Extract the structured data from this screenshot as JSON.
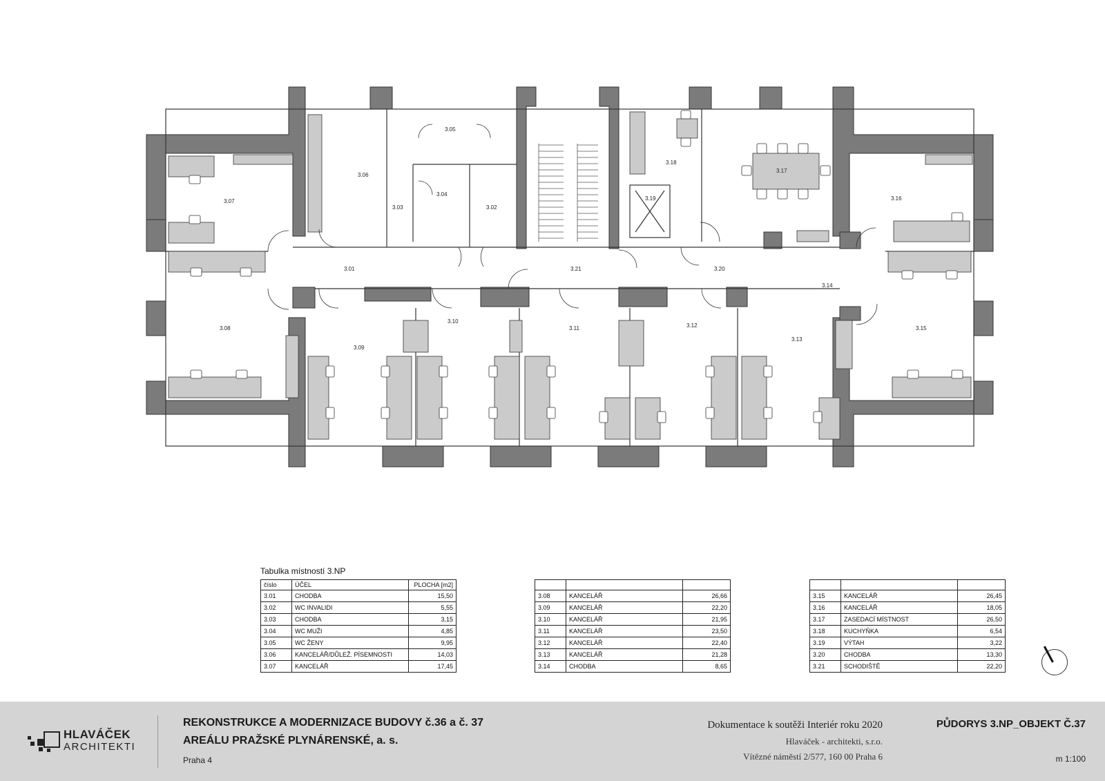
{
  "colors": {
    "wall": "#7b7b7b",
    "furniture": "#cbcbcb",
    "line": "#333333",
    "footer": "#d4d4d4"
  },
  "plan": {
    "room_labels": [
      "3.01",
      "3.02",
      "3.03",
      "3.04",
      "3.05",
      "3.06",
      "3.07",
      "3.08",
      "3.09",
      "3.10",
      "3.11",
      "3.12",
      "3.13",
      "3.14",
      "3.15",
      "3.16",
      "3.17",
      "3.18",
      "3.19",
      "3.20",
      "3.21"
    ]
  },
  "room_table": {
    "caption": "Tabulka místností 3.NP",
    "headers": {
      "number": "číslo",
      "use": "ÚČEL",
      "area": "PLOCHA [m2]"
    },
    "rows_1": [
      {
        "number": "3.01",
        "use": "CHODBA",
        "area": "15,50"
      },
      {
        "number": "3.02",
        "use": "WC INVALIDI",
        "area": "5,55"
      },
      {
        "number": "3.03",
        "use": "CHODBA",
        "area": "3,15"
      },
      {
        "number": "3.04",
        "use": "WC MUŽI",
        "area": "4,85"
      },
      {
        "number": "3.05",
        "use": "WC ŽENY",
        "area": "9,95"
      },
      {
        "number": "3.06",
        "use": "KANCELÁŘ/DŮLEŽ. PÍSEMNOSTI",
        "area": "14,03"
      },
      {
        "number": "3.07",
        "use": "KANCELÁŘ",
        "area": "17,45"
      }
    ],
    "rows_2": [
      {
        "number": "3.08",
        "use": "KANCELÁŘ",
        "area": "26,66"
      },
      {
        "number": "3.09",
        "use": "KANCELÁŘ",
        "area": "22,20"
      },
      {
        "number": "3.10",
        "use": "KANCELÁŘ",
        "area": "21,95"
      },
      {
        "number": "3.11",
        "use": "KANCELÁŘ",
        "area": "23,50"
      },
      {
        "number": "3.12",
        "use": "KANCELÁŘ",
        "area": "22,40"
      },
      {
        "number": "3.13",
        "use": "KANCELÁŘ",
        "area": "21,28"
      },
      {
        "number": "3.14",
        "use": "CHODBA",
        "area": "8,65"
      }
    ],
    "rows_3": [
      {
        "number": "3.15",
        "use": "KANCELÁŘ",
        "area": "26,45"
      },
      {
        "number": "3.16",
        "use": "KANCELÁŘ",
        "area": "18,05"
      },
      {
        "number": "3.17",
        "use": "ZASEDACÍ MÍSTNOST",
        "area": "26,50"
      },
      {
        "number": "3.18",
        "use": "KUCHYŇKA",
        "area": "6,54"
      },
      {
        "number": "3.19",
        "use": "VÝTAH",
        "area": "3,22"
      },
      {
        "number": "3.20",
        "use": "CHODBA",
        "area": "13,30"
      },
      {
        "number": "3.21",
        "use": "SCHODIŠTĚ",
        "area": "22,20"
      }
    ]
  },
  "north_arrow_icon": "north-arrow-icon",
  "footer": {
    "logo_name": "HLAVÁČEK",
    "logo_sub": "ARCHITEKTI",
    "project_line_1": "REKONSTRUKCE A MODERNIZACE BUDOVY č.36 a č. 37",
    "project_line_2": "AREÁLU PRAŽSKÉ PLYNÁRENSKÉ, a. s.",
    "location": "Praha 4",
    "doc_title": "Dokumentace k soutěži Interiér roku 2020",
    "doc_firm": "Hlaváček - architekti, s.r.o.",
    "doc_address": "Vítězné náměstí 2/577, 160 00 Praha 6",
    "sheet_title": "PŮDORYS 3.NP_OBJEKT Č.37",
    "scale": "m 1:100"
  }
}
